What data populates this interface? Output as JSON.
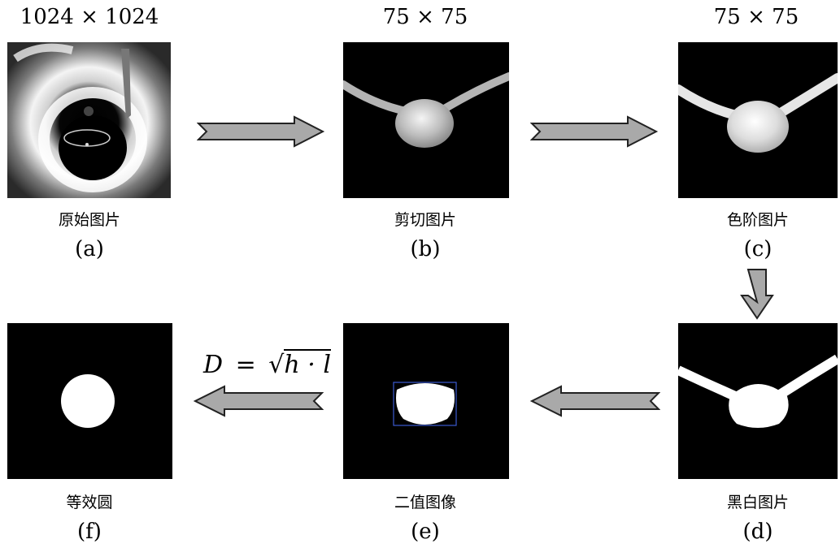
{
  "top_dims": {
    "a": "1024 × 1024",
    "b": "75 × 75",
    "c": "75 × 75"
  },
  "captions": {
    "a": "原始图片",
    "b": "剪切图片",
    "c": "色阶图片",
    "d": "黑白图片",
    "e": "二值图像",
    "f": "等效圆"
  },
  "labels": {
    "a": "(a)",
    "b": "(b)",
    "c": "(c)",
    "d": "(d)",
    "e": "(e)",
    "f": "(f)"
  },
  "formula": {
    "lhs": "D",
    "eq": "=",
    "rad": "h · l"
  },
  "colors": {
    "arrow_fill": "#a9a9a9",
    "arrow_stroke": "#222222",
    "panel_bg": "#000000",
    "bbox": "#3b5bd0"
  }
}
